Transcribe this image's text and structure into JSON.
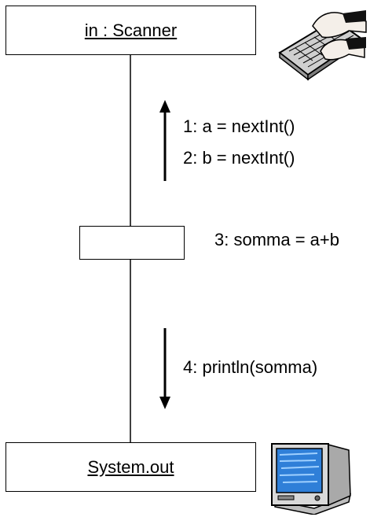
{
  "objects": {
    "scanner": {
      "label": "in : Scanner"
    },
    "system_out": {
      "label": "System.out"
    }
  },
  "messages": {
    "m1": "1: a = nextInt()",
    "m2": "2: b = nextInt()",
    "m3": "3: somma = a+b",
    "m4": "4: println(somma)"
  },
  "icons": {
    "input_device": "keyboard-hands-icon",
    "output_device": "crt-monitor-icon"
  },
  "colors": {
    "monitor_screen": "#2f7fd8",
    "monitor_body": "#d9d9d9"
  }
}
